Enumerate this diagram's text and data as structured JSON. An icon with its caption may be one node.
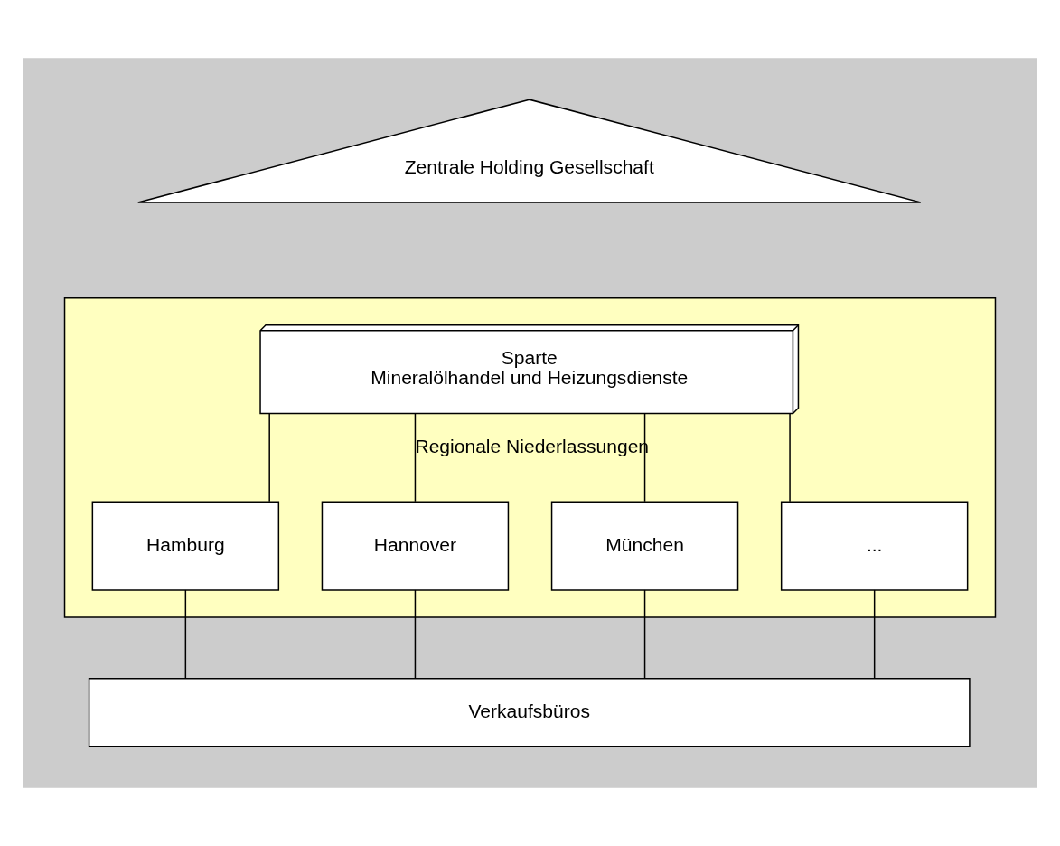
{
  "diagram": {
    "nodes": [
      {
        "text": [],
        "shape": "box"
      },
      {
        "text": [
          "Zentrale Holding Gesellschaft"
        ],
        "in": 0
      },
      {
        "text": [],
        "shape": "box",
        "in": 0
      },
      {
        "text": [
          "Sparte",
          "Mineralölhandel und Heizungsdienste"
        ],
        "in": 2
      },
      {
        "text": [
          "Hamburg"
        ],
        "in": 2
      },
      {
        "text": [
          "Hannover"
        ],
        "in": 2
      },
      {
        "text": [
          "München"
        ],
        "in": 2
      },
      {
        "text": [
          "..."
        ],
        "in": 2
      },
      {
        "text": [
          "Verkaufsbüros"
        ],
        "in": 0
      }
    ],
    "edges": [
      {
        "from": 3,
        "to": 4,
        "arrow": "none"
      },
      {
        "from": 3,
        "to": 5,
        "arrow": "none"
      },
      {
        "from": 3,
        "to": 6,
        "arrow": "none",
        "label": "Regionale Niederlassungen"
      },
      {
        "from": 3,
        "to": 7,
        "arrow": "none"
      },
      {
        "from": 4,
        "to": 8,
        "arrow": "none"
      },
      {
        "from": 5,
        "to": 8,
        "arrow": "none"
      },
      {
        "from": 6,
        "to": 8,
        "arrow": "none"
      },
      {
        "from": 7,
        "to": 8,
        "arrow": "none"
      }
    ]
  }
}
